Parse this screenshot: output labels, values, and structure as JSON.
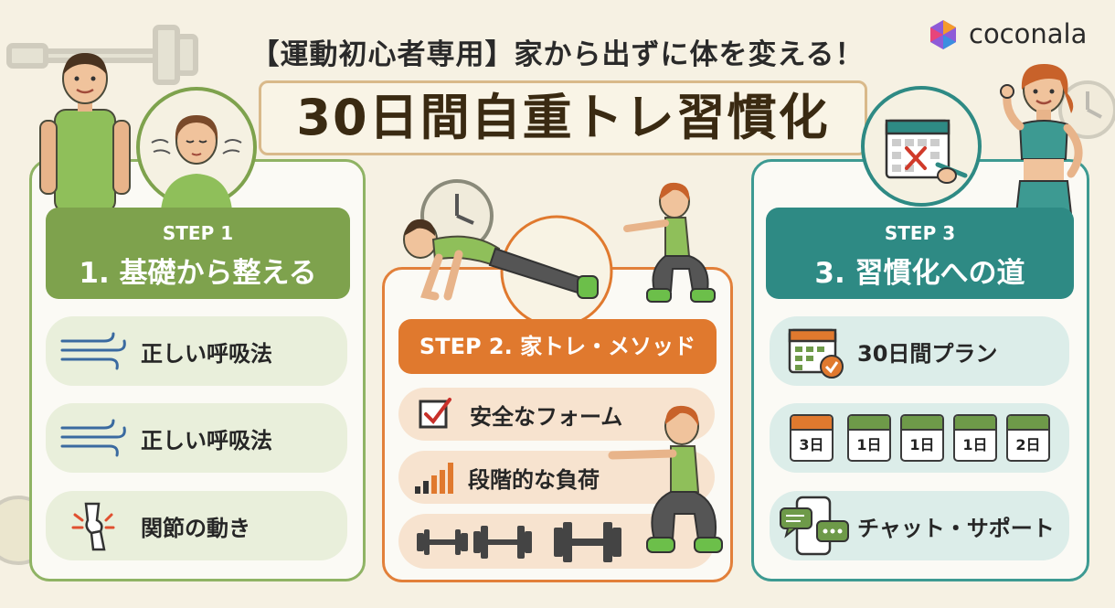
{
  "header": {
    "subtitle": "【運動初心者専用】家から出ずに体を変える！",
    "title": "30日間自重トレ習慣化"
  },
  "logo": {
    "text": "coconala"
  },
  "step1": {
    "step": "STEP 1",
    "title": "1. 基礎から整える",
    "items": [
      {
        "label": "正しい呼吸法",
        "icon": "wind-icon"
      },
      {
        "label": "正しい呼吸法",
        "icon": "wind-icon"
      },
      {
        "label": "関節の動き",
        "icon": "joint-icon"
      }
    ]
  },
  "step2": {
    "title": "STEP 2. 家トレ・メソッド",
    "items": [
      {
        "label": "安全なフォーム",
        "icon": "checkbox-icon"
      },
      {
        "label": "段階的な負荷",
        "icon": "bar-level-icon"
      }
    ]
  },
  "step3": {
    "step": "STEP 3",
    "title": "3. 習慣化への道",
    "plan_label": "30日間プラン",
    "days": [
      "3日",
      "1日",
      "1日",
      "1日",
      "2日"
    ],
    "support_label": "チャット・サポート"
  },
  "colors": {
    "green": "#7ea24d",
    "orange": "#e0792e",
    "teal": "#2e8a84",
    "background": "#f6f1e3"
  }
}
